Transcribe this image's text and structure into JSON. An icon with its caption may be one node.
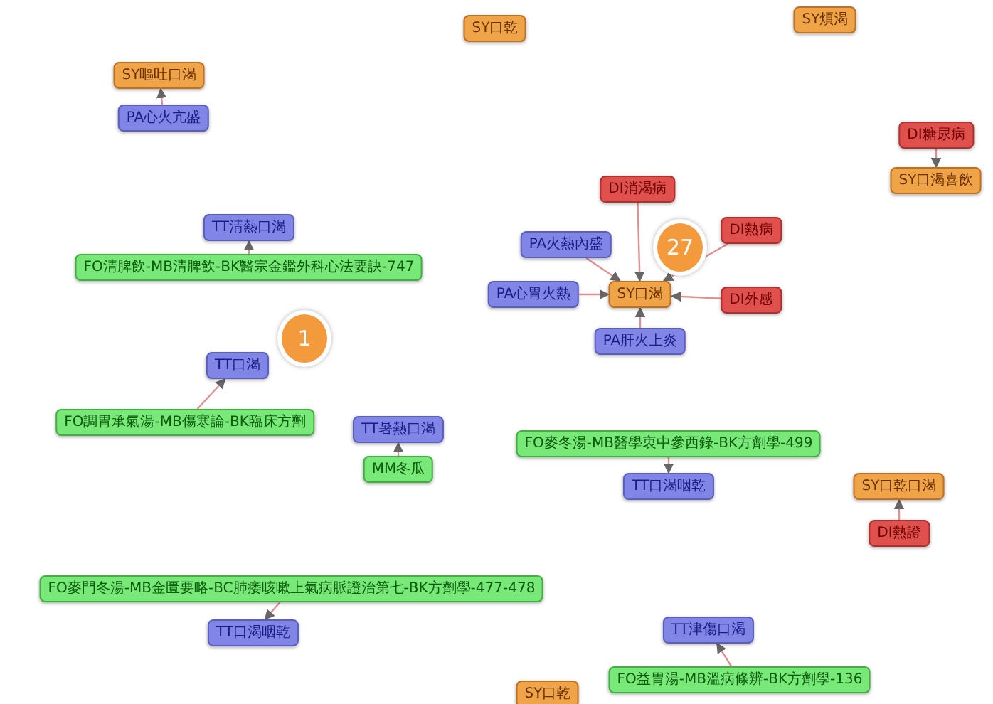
{
  "diagram": {
    "nodes": [
      {
        "text": [
          "SY口乾"
        ]
      },
      {
        "text": [
          "SY煩渴"
        ]
      },
      {
        "text": [
          "SY嘔吐口渴"
        ]
      },
      {
        "text": [
          "PA心火亢盛"
        ]
      },
      {
        "text": [
          "DI糖尿病"
        ]
      },
      {
        "text": [
          "SY口渴喜飲"
        ]
      },
      {
        "text": [
          "TT清熱口渴"
        ]
      },
      {
        "text": [
          "FO清脾飲-MB清脾飲-BK醫宗金鑑外科心法要訣-747"
        ]
      },
      {
        "text": [
          "DI消渴病"
        ]
      },
      {
        "text": [
          "DI熱病"
        ]
      },
      {
        "text": [
          "PA火熱內盛"
        ]
      },
      {
        "text": [
          "PA心胃火熱"
        ]
      },
      {
        "text": [
          "SY口渴"
        ]
      },
      {
        "text": [
          "DI外感"
        ]
      },
      {
        "text": [
          "PA肝火上炎"
        ]
      },
      {
        "text": [
          "TT口渴"
        ]
      },
      {
        "text": [
          "FO調胃承氣湯-MB傷寒論-BK臨床方劑"
        ]
      },
      {
        "text": [
          "TT暑熱口渴"
        ]
      },
      {
        "text": [
          "MM冬瓜"
        ]
      },
      {
        "text": [
          "FO麥冬湯-MB醫學衷中參西錄-BK方劑學-499"
        ]
      },
      {
        "text": [
          "TT口渴咽乾"
        ]
      },
      {
        "text": [
          "SY口乾口渴"
        ]
      },
      {
        "text": [
          "DI熱證"
        ]
      },
      {
        "text": [
          "FO麥門冬湯-MB金匱要略-BC肺痿咳嗽上氣病脈證治第七-BK方劑學-477-478"
        ]
      },
      {
        "text": [
          "TT口渴咽乾"
        ]
      },
      {
        "text": [
          "TT津傷口渴"
        ]
      },
      {
        "text": [
          "FO益胃湯-MB溫病條辨-BK方劑學-136"
        ]
      },
      {
        "text": [
          "SY口乾"
        ]
      }
    ],
    "edges": [
      {
        "from": 3,
        "to": 2,
        "arrow": "to"
      },
      {
        "from": 7,
        "to": 6,
        "arrow": "to"
      },
      {
        "from": 4,
        "to": 5,
        "arrow": "to"
      },
      {
        "from": 8,
        "to": 12,
        "arrow": "to"
      },
      {
        "from": 9,
        "to": 12,
        "arrow": "to"
      },
      {
        "from": 10,
        "to": 12,
        "arrow": "to"
      },
      {
        "from": 11,
        "to": 12,
        "arrow": "to"
      },
      {
        "from": 13,
        "to": 12,
        "arrow": "to"
      },
      {
        "from": 14,
        "to": 12,
        "arrow": "to"
      },
      {
        "from": 16,
        "to": 15,
        "arrow": "to"
      },
      {
        "from": 18,
        "to": 17,
        "arrow": "to"
      },
      {
        "from": 19,
        "to": 20,
        "arrow": "to"
      },
      {
        "from": 22,
        "to": 21,
        "arrow": "to"
      },
      {
        "from": 23,
        "to": 24,
        "arrow": "to"
      },
      {
        "from": 26,
        "to": 25,
        "arrow": "to"
      }
    ],
    "labels": [
      "27",
      "1"
    ]
  }
}
